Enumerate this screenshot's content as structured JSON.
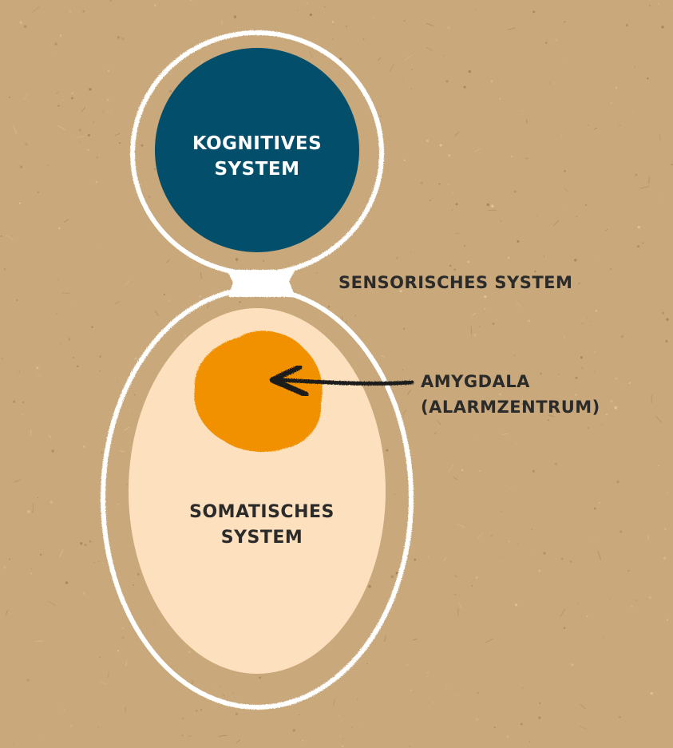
{
  "diagram": {
    "colors": {
      "background": "#c9a97c",
      "outline": "#ffffff",
      "cognitive_fill": "#034f6b",
      "somatic_fill": "#fde0bd",
      "amygdala_fill": "#f29105",
      "arrow": "#1c1c1c",
      "text_dark": "#2b2b2b",
      "text_light": "#ffffff"
    },
    "cognitive": {
      "line1": "KOGNITIVES",
      "line2": "SYSTEM"
    },
    "sensory": {
      "label": "SENSORISCHES SYSTEM"
    },
    "amygdala": {
      "line1": "AMYGDALA",
      "line2": "(ALARMZENTRUM)"
    },
    "somatic": {
      "line1": "SOMATISCHES",
      "line2": "SYSTEM"
    }
  }
}
